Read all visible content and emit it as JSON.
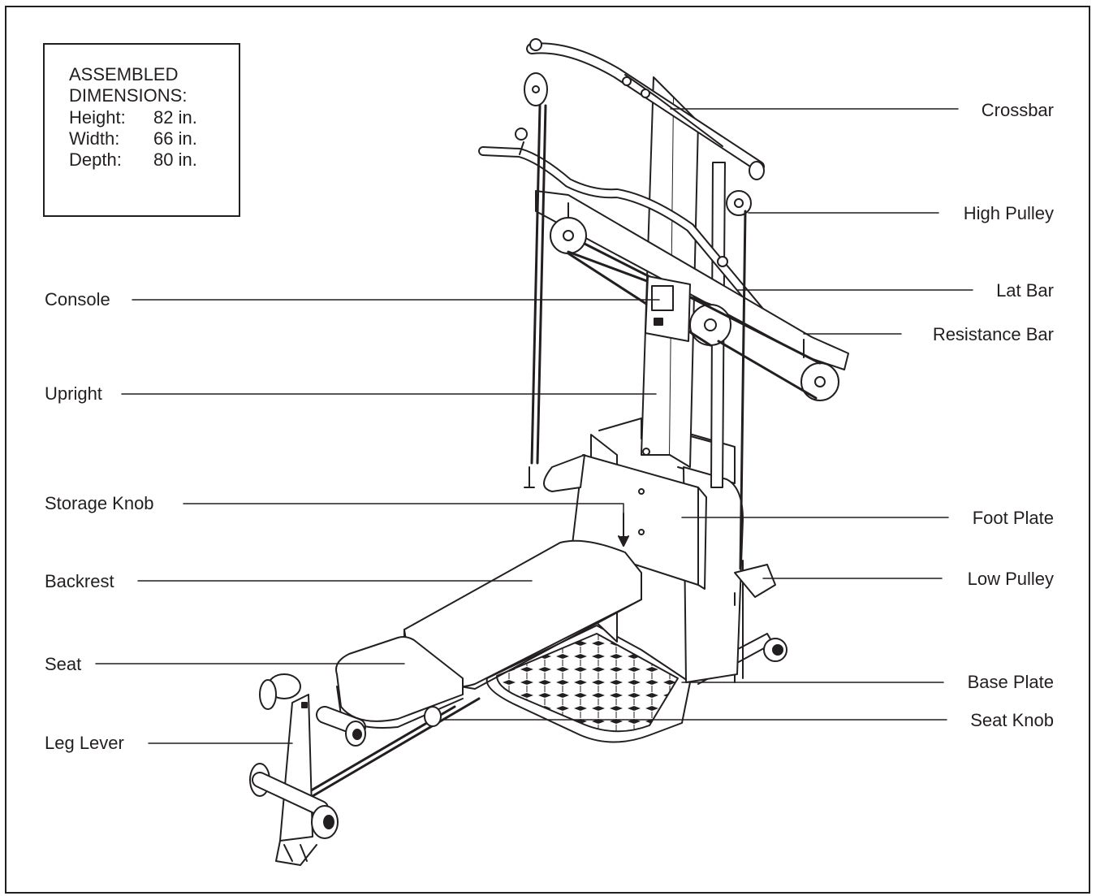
{
  "dimensions": {
    "heading1": "ASSEMBLED",
    "heading2": "DIMENSIONS:",
    "rows": [
      {
        "label": "Height:",
        "value": "82 in."
      },
      {
        "label": "Width:",
        "value": "66 in."
      },
      {
        "label": "Depth:",
        "value": "80 in."
      }
    ]
  },
  "labels": {
    "crossbar": "Crossbar",
    "high_pulley": "High Pulley",
    "lat_bar": "Lat Bar",
    "resistance_bar": "Resistance Bar",
    "foot_plate": "Foot Plate",
    "low_pulley": "Low Pulley",
    "base_plate": "Base Plate",
    "seat_knob": "Seat Knob",
    "console": "Console",
    "upright": "Upright",
    "storage_knob": "Storage Knob",
    "backrest": "Backrest",
    "seat": "Seat",
    "leg_lever": "Leg Lever"
  }
}
